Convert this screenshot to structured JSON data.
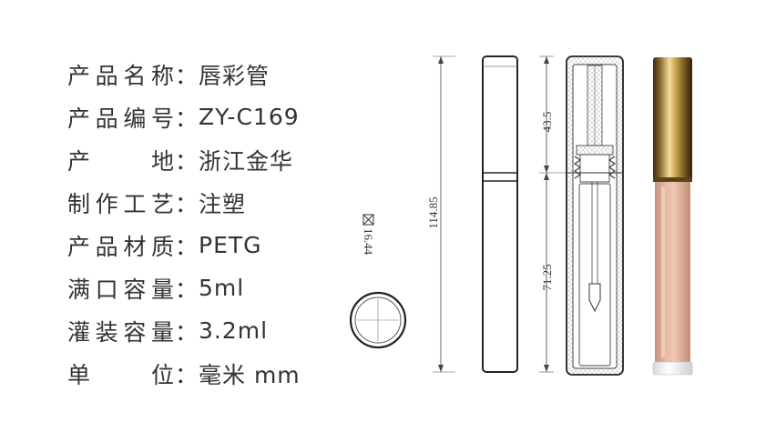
{
  "specs": [
    {
      "label": "产品名称",
      "value": "唇彩管"
    },
    {
      "label": "产品编号",
      "value": "ZY-C169"
    },
    {
      "label": "产地",
      "value": "浙江金华"
    },
    {
      "label": "制作工艺",
      "value": "注塑"
    },
    {
      "label": "产品材质",
      "value": "PETG"
    },
    {
      "label": "满口容量",
      "value": "5ml"
    },
    {
      "label": "灌装容量",
      "value": "3.2ml"
    },
    {
      "label": "单位",
      "value": "毫米 mm"
    }
  ],
  "colon": "：",
  "dimensions": {
    "diameter": "16.44",
    "total_height": "114.85",
    "cap_height": "43.5",
    "body_height": "71.25"
  },
  "colors": {
    "text": "#333333",
    "gold": "#c9a24a",
    "nude": "#e2b39c"
  }
}
